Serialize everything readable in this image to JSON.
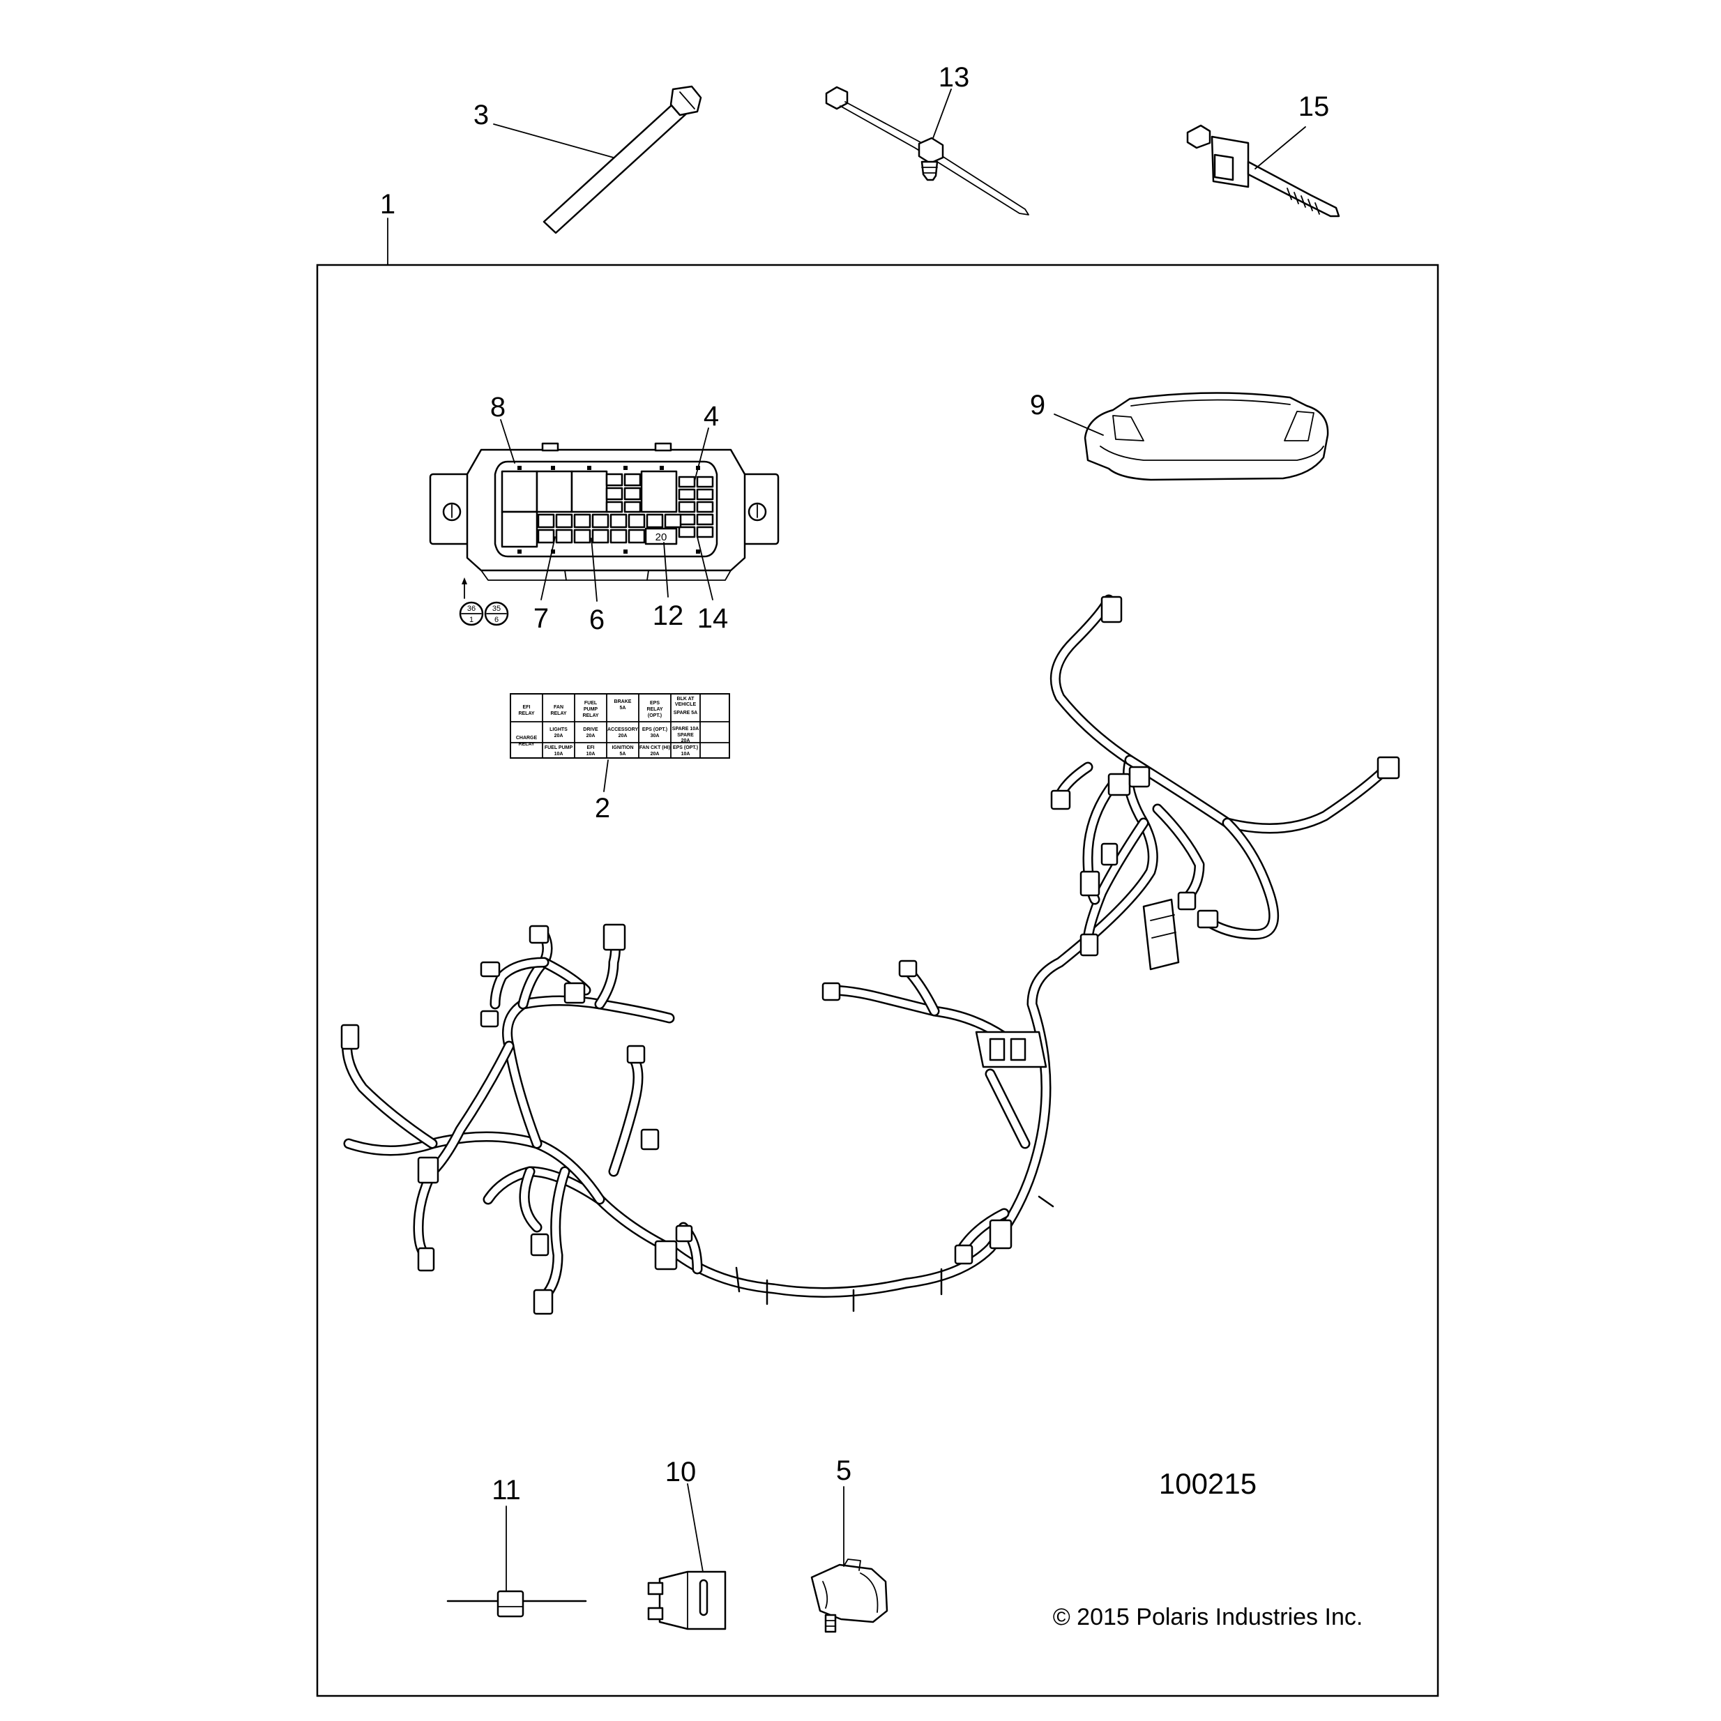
{
  "callouts": {
    "c1": "1",
    "c2": "2",
    "c3": "3",
    "c4": "4",
    "c5": "5",
    "c6": "6",
    "c7": "7",
    "c8": "8",
    "c9": "9",
    "c10": "10",
    "c11": "11",
    "c12": "12",
    "c13": "13",
    "c14": "14",
    "c15": "15"
  },
  "fuse_box": {
    "fuse_value": "20",
    "detail_a_top": "36",
    "detail_a_bottom": "1",
    "detail_b_top": "35",
    "detail_b_bottom": "6"
  },
  "decal_labels": {
    "r1c1a": "EFI",
    "r1c1b": "RELAY",
    "r1c2a": "FAN",
    "r1c2b": "RELAY",
    "r1c3a": "FUEL",
    "r1c3b": "PUMP",
    "r1c3c": "RELAY",
    "r1c4a": "BRAKE",
    "r1c4b": "5A",
    "r1c5a": "EPS",
    "r1c5b": "RELAY",
    "r1c5c": "(OPT.)",
    "r1c6a": "BLK AT",
    "r1c6b": "VEHICLE",
    "r1c6c": "SPARE 5A",
    "r1c6d": "SPARE 10A",
    "r2c1a": "CHARGE",
    "r2c1b": "RELAY",
    "r2c2a": "LIGHTS",
    "r2c2b": "20A",
    "r2c3a": "DRIVE",
    "r2c3b": "20A",
    "r2c4a": "ACCESSORY",
    "r2c4b": "20A",
    "r2c5a": "EPS (OPT.)",
    "r2c5b": "30A",
    "r2c6a": "SPARE",
    "r2c6b": "20A",
    "r3c2a": "FUEL PUMP",
    "r3c2b": "10A",
    "r3c3a": "EFI",
    "r3c3b": "10A",
    "r3c4a": "IGNITION",
    "r3c4b": "5A",
    "r3c5a": "FAN CKT (HI)",
    "r3c5b": "20A",
    "r3c6a": "EPS (OPT.)",
    "r3c6b": "10A"
  },
  "drawing_id": "100215",
  "copyright": "© 2015 Polaris Industries Inc."
}
